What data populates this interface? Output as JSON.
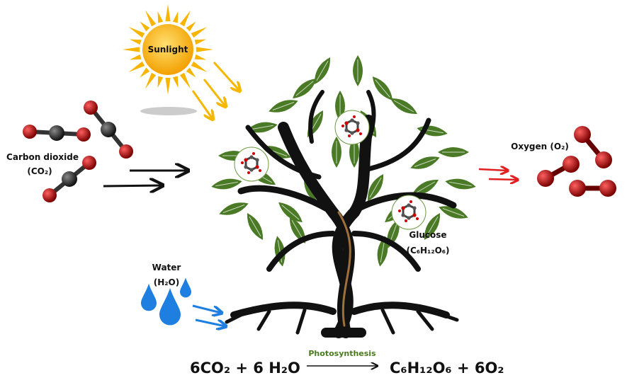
{
  "labels": {
    "sunlight": "Sunlight",
    "carbon_dioxide": "Carbon dioxide",
    "carbon_dioxide_formula": "(CO₂)",
    "oxygen": "Oxygen (O₂)",
    "glucose": "Glucose",
    "glucose_formula": "(C₆H₁₂O₆)",
    "water": "Water",
    "water_formula": "(H₂O)"
  },
  "equation": {
    "reactants": "6CO₂ + 6 H₂O",
    "process": "Photosynthesis",
    "products": "C₆H₁₂O₆ + 6O₂"
  },
  "colors": {
    "sun": "#f7b500",
    "sun_arrows": "#f5b800",
    "leaf": "#4a7a25",
    "trunk": "#111111",
    "trunk_highlight": "#a0703a",
    "oxygen_arrows": "#e02020",
    "water": "#1e7fe0",
    "process_text": "#4a7a1e",
    "molecule_red": "#cc0000",
    "molecule_carbon": "#333333"
  }
}
